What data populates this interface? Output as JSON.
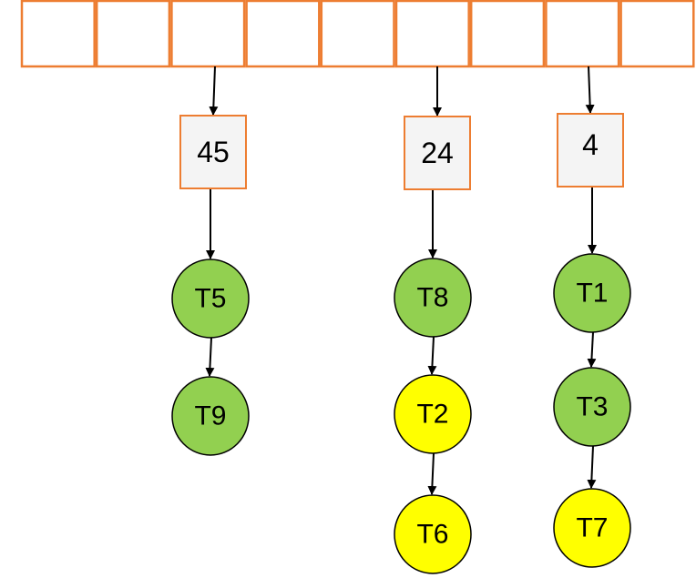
{
  "diagram": {
    "type": "hash-table-chaining",
    "slot_count": 9,
    "colors": {
      "slot_border": "#ED7D31",
      "key_fill": "#F4F4F4",
      "green": "#92D050",
      "yellow": "#FFFF00"
    },
    "buckets": [
      {
        "slot_index": 2,
        "key": "45",
        "chain": [
          {
            "label": "T5",
            "color": "green"
          },
          {
            "label": "T9",
            "color": "green"
          }
        ]
      },
      {
        "slot_index": 5,
        "key": "24",
        "chain": [
          {
            "label": "T8",
            "color": "green"
          },
          {
            "label": "T2",
            "color": "yellow"
          },
          {
            "label": "T6",
            "color": "yellow"
          }
        ]
      },
      {
        "slot_index": 7,
        "key": "4",
        "chain": [
          {
            "label": "T1",
            "color": "green"
          },
          {
            "label": "T3",
            "color": "green"
          },
          {
            "label": "T7",
            "color": "yellow"
          }
        ]
      }
    ]
  }
}
